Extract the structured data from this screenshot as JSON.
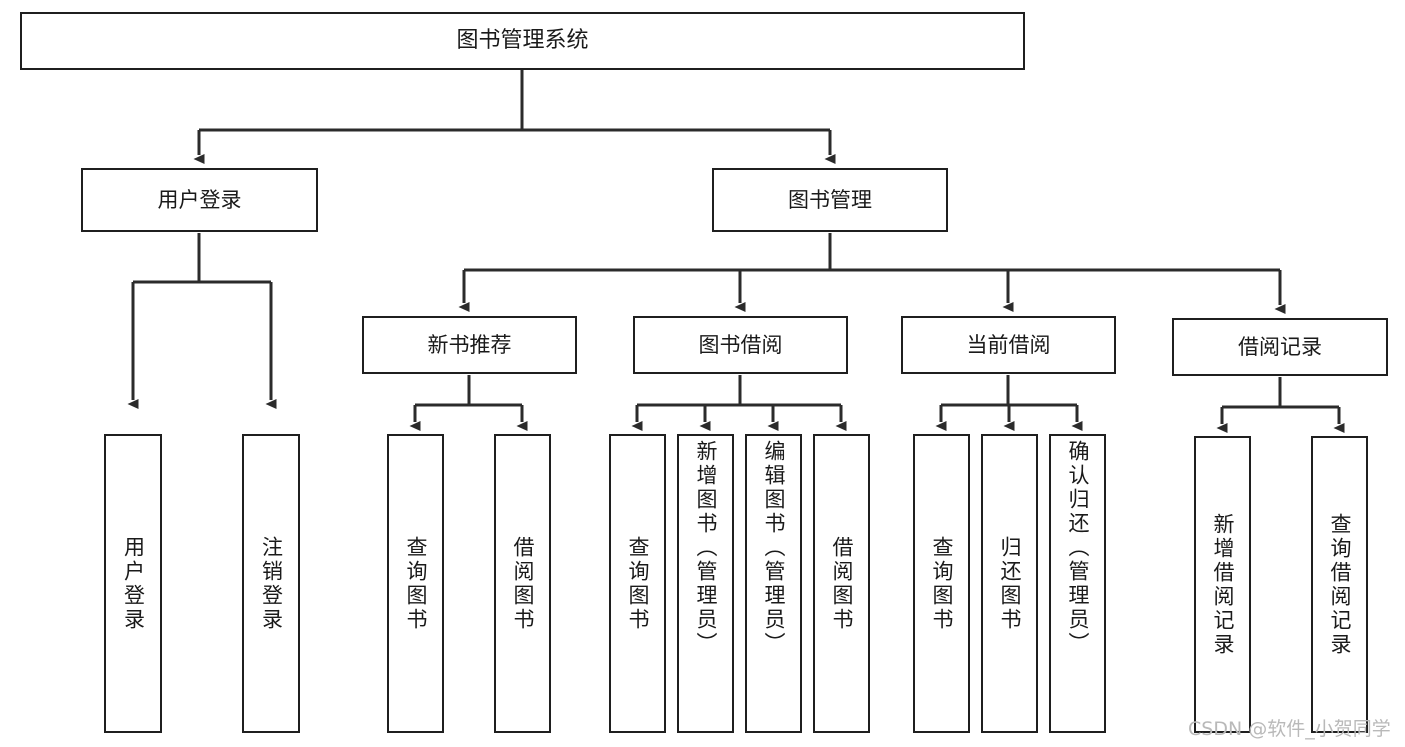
{
  "diagram": {
    "type": "tree",
    "title": "图书管理系统",
    "root": {
      "id": "root",
      "label": "图书管理系统"
    },
    "level2": [
      {
        "id": "user-login",
        "label": "用户登录"
      },
      {
        "id": "book-manage",
        "label": "图书管理"
      }
    ],
    "level3": [
      {
        "id": "new-book-recommend",
        "label": "新书推荐",
        "parent": "book-manage"
      },
      {
        "id": "book-borrow",
        "label": "图书借阅",
        "parent": "book-manage"
      },
      {
        "id": "current-borrow",
        "label": "当前借阅",
        "parent": "book-manage"
      },
      {
        "id": "borrow-record",
        "label": "借阅记录",
        "parent": "book-manage"
      }
    ],
    "leaves": [
      {
        "id": "leaf-user-login",
        "label": "用户登录",
        "parent": "user-login"
      },
      {
        "id": "leaf-user-logout",
        "label": "注销登录",
        "parent": "user-login"
      },
      {
        "id": "leaf-query-book-1",
        "label": "查询图书",
        "parent": "new-book-recommend"
      },
      {
        "id": "leaf-borrow-book-1",
        "label": "借阅图书",
        "parent": "new-book-recommend"
      },
      {
        "id": "leaf-query-book-2",
        "label": "查询图书",
        "parent": "book-borrow"
      },
      {
        "id": "leaf-add-book",
        "label": "新增图书（管理员）",
        "parent": "book-borrow"
      },
      {
        "id": "leaf-edit-book",
        "label": "编辑图书（管理员）",
        "parent": "book-borrow"
      },
      {
        "id": "leaf-borrow-book-2",
        "label": "借阅图书",
        "parent": "book-borrow"
      },
      {
        "id": "leaf-query-book-3",
        "label": "查询图书",
        "parent": "current-borrow"
      },
      {
        "id": "leaf-return-book",
        "label": "归还图书",
        "parent": "current-borrow"
      },
      {
        "id": "leaf-confirm-return",
        "label": "确认归还（管理员）",
        "parent": "current-borrow"
      },
      {
        "id": "leaf-add-record",
        "label": "新增借阅记录",
        "parent": "borrow-record"
      },
      {
        "id": "leaf-query-record",
        "label": "查询借阅记录",
        "parent": "borrow-record"
      }
    ],
    "colors": {
      "stroke": "#1f1f1f",
      "fill": "#ffffff",
      "text": "#1a1a1a",
      "watermark": "#b9b9b9"
    }
  },
  "watermark": {
    "text": "CSDN @软件_小贺同学"
  }
}
